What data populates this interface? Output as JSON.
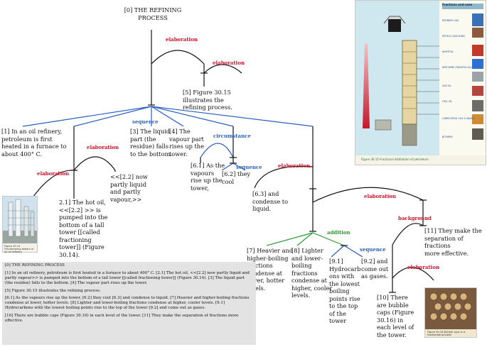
{
  "title": "[0] THE REFINING PROCESS",
  "relations": {
    "elab_top": "elaboration",
    "elab_5": "elaboration",
    "sequence_main": "sequence",
    "elab_1": "elaboration",
    "elab_2": "elaboration",
    "circumstance": "circumstance",
    "sequence_6": "sequence",
    "elab_6": "elaboration",
    "elab_7": "elaboration",
    "addition": "addition",
    "sequence_9": "sequence",
    "background": "background",
    "elab_10": "elaboration"
  },
  "nodes": {
    "n5": [
      "[5] Figure 30.15",
      "illustrates the",
      "refining process."
    ],
    "n1": [
      "[1] In an oil refinery,",
      "petroleum is first",
      "heated in a furnace to",
      "about 400° C."
    ],
    "n3": [
      "[3] The liquid",
      "part (the",
      "residue) falls",
      "to the bottom."
    ],
    "n4": [
      "[4] The",
      "vapour part",
      "rises up the",
      "tower."
    ],
    "n22": [
      "<<[2.2] now",
      "partly liquid",
      "and partly",
      "vapour,>>"
    ],
    "n21": [
      "2.1] The hot oil,",
      "<<[2.2] >> is",
      "pumped into the",
      "bottom of a tall",
      "tower [[called",
      "fractioning",
      "tower]] (Figure",
      "30.14)."
    ],
    "n61": [
      "[6.1] As the",
      "vapours",
      "rise up the",
      "tower,"
    ],
    "n62": [
      "[6.2] they",
      "cool"
    ],
    "n63": [
      "[6.3] and",
      "condense to",
      "liquid."
    ],
    "n7": [
      "[7] Heavier and",
      "higher-boiling",
      "fractions",
      "condense at",
      "lower, hotter",
      "levels."
    ],
    "n8": [
      "[8] Lighter",
      "and lower-",
      "boiling",
      "fractions",
      "condense at",
      "higher, cooler",
      "levels."
    ],
    "n91": [
      "[9.1]",
      "Hydrocarb",
      "ons with",
      "the lowest",
      "boiling",
      "points rise",
      "to the top",
      "of the",
      "tower"
    ],
    "n92": [
      "[9.2] and",
      "come out",
      "as gases."
    ],
    "n11": [
      "[11] They make the",
      "separation of fractions",
      "more effective."
    ],
    "n10": [
      "[10] There",
      "are bubble",
      "caps (Figure",
      "30.16) in",
      "each level of",
      "the tower."
    ]
  },
  "summary": [
    "[0] THE REFINING PROCESS",
    "[1] In an oil refinery, petroleum is first heated in a furnace to about 400° C. [2.1] The hot oil, <<[2.2] now partly liquid and partly vapour>> is pumped into the bottom of a tall tower [[called fractioning tower]] (Figure 30.14). [3] The liquid part (the residue) falls to the bottom. [4] The vapour part rises up the tower.",
    "[5] Figure 30.15 illustrates the refining process.",
    "[6.1] As the vapours rise up the tower, [6.2] they cool [6.3] and condense to liquid. [7] Heavier and higher-boiling fractions condense at lower, hotter levels. [8] Lighter and lower-boiling fractions condense at higher, cooler levels. [9.1] Hydrocarbons with the lowest boiling points rise to the top of the tower [9.2] and come out as gases.",
    "[10] There are bubble caps (Figure 30.16) in each level of the tower. [11] They make the separation of fractions more effective."
  ],
  "figures": {
    "fig1_caption": "Figure 30.14 Fractionating towers in an oil refinery",
    "fig2_caption": "Figure 30.15 Fractional distillation of petroleum",
    "fig2_header": "Fractions and uses",
    "fig2_fractions": [
      "REFINERY GAS",
      "PETROL (GASOLINE)",
      "NAPHTHA",
      "KEROSENE (PARAFFIN OIL)",
      "GAS OIL",
      "FUEL OIL",
      "LUBRICATING OILS & WAXES",
      "BITUMEN"
    ],
    "fig3_caption": "Figure 30.16 Bubble caps in a fractionating tower"
  }
}
